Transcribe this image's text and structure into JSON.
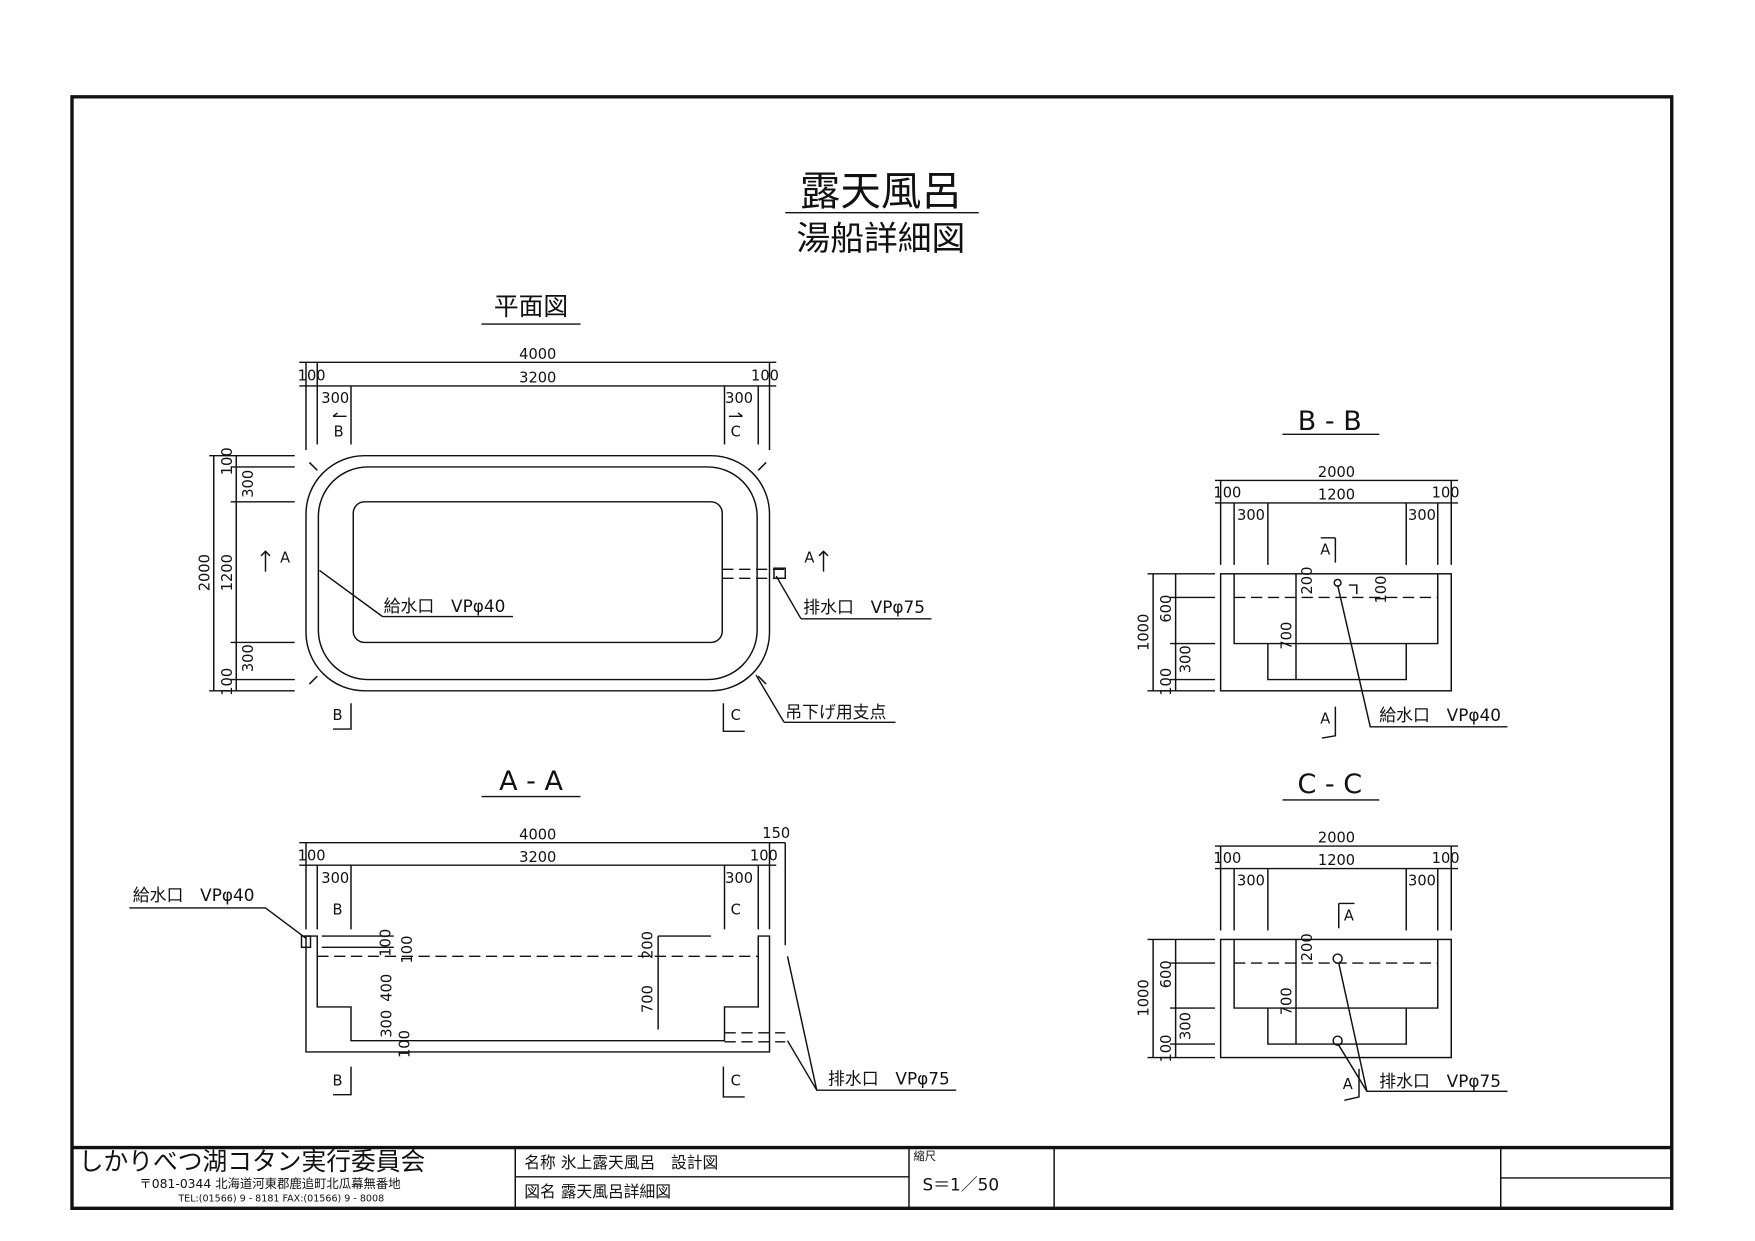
{
  "title": {
    "main": "露天風呂",
    "sub": "湯船詳細図"
  },
  "plan": {
    "title": "平面図",
    "dims": {
      "total_length": "4000",
      "inner_length": "3200",
      "wall_left": "100",
      "wall_right": "100",
      "step_left": "300",
      "step_right": "300",
      "total_width": "2000",
      "inner_width": "1200",
      "w_top_wall": "100",
      "w_top_step": "300",
      "w_bot_step": "300",
      "w_bot_wall": "100"
    },
    "section_marks": {
      "b": "B",
      "c": "C",
      "a": "A"
    },
    "supply_label": "給水口　VPφ40",
    "drain_label": "排水口　VPφ75",
    "hanger_label": "吊下げ用支点"
  },
  "section_aa": {
    "title": "A - A",
    "dims": {
      "total_length": "4000",
      "overhang": "150",
      "inner_length": "3200",
      "wall_left": "100",
      "wall_right": "100",
      "step_left": "300",
      "step_right": "300",
      "v_top": "100",
      "v_step": "400",
      "v_bottom_step": "300",
      "v_floor": "100",
      "v_water": "100",
      "v_200": "200",
      "v_700": "700"
    },
    "supply_label": "給水口　VPφ40",
    "drain_label": "排水口　VPφ75"
  },
  "section_bb": {
    "title": "B - B",
    "dims": {
      "total": "2000",
      "inner": "1200",
      "wall_left": "100",
      "wall_right": "100",
      "step_left": "300",
      "step_right": "300",
      "height": "1000",
      "h600": "600",
      "h300": "300",
      "h100": "100",
      "h200": "200",
      "h700": "700",
      "h100b": "100"
    },
    "supply_label": "給水口　VPφ40"
  },
  "section_cc": {
    "title": "C - C",
    "dims": {
      "total": "2000",
      "inner": "1200",
      "wall_left": "100",
      "wall_right": "100",
      "step_left": "300",
      "step_right": "300",
      "height": "1000",
      "h600": "600",
      "h300": "300",
      "h100": "100",
      "h200": "200",
      "h700": "700"
    },
    "drain_label": "排水口　VPφ75"
  },
  "title_block": {
    "organization": "しかりべつ湖コタン実行委員会",
    "address": "〒081-0344 北海道河東郡鹿追町北瓜幕無番地",
    "phone": "TEL:(01566) 9 - 8181  FAX:(01566) 9 - 8008",
    "project": "名称  氷上露天風呂　設計図",
    "drawing_name": "図名  露天風呂詳細図",
    "scale_label": "縮尺",
    "scale_value": "S＝1／50"
  }
}
